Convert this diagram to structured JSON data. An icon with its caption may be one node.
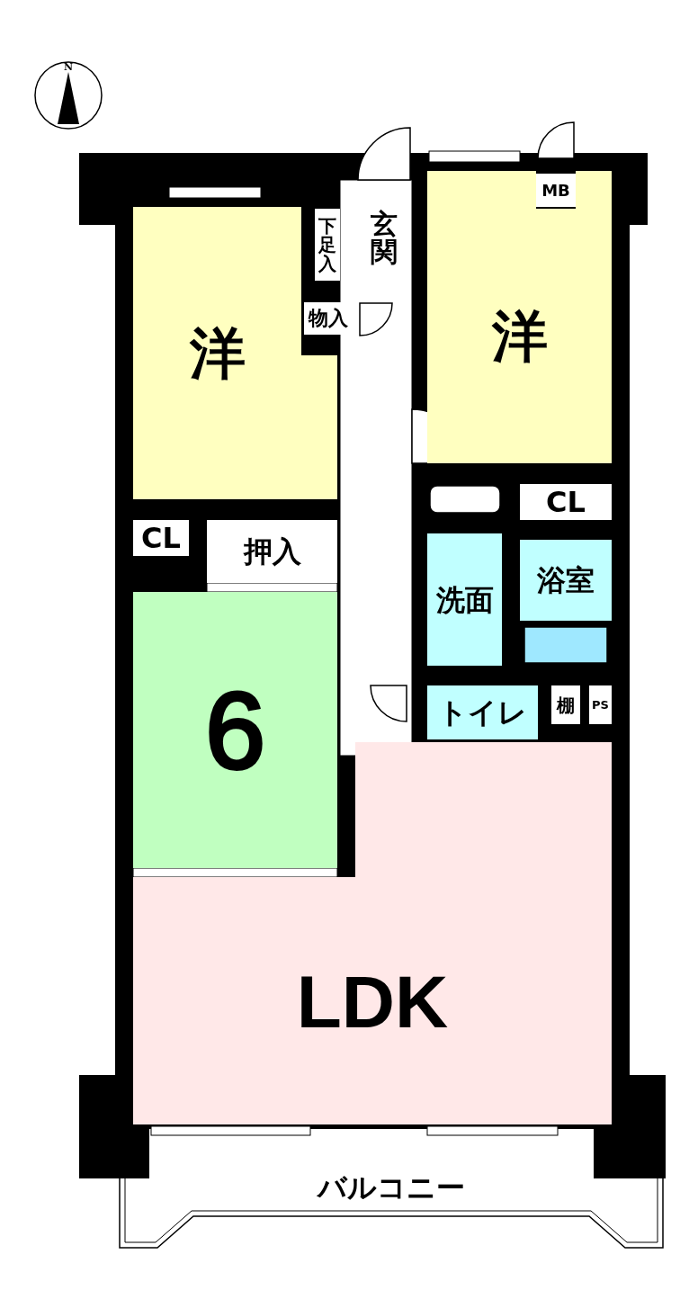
{
  "diagram": {
    "nodes": [
      {
        "text": [
          "洋"
        ]
      },
      {
        "text": [
          "下足入"
        ]
      },
      {
        "text": [
          "玄関"
        ]
      },
      {
        "text": [
          "物入"
        ]
      },
      {
        "text": [
          "洋"
        ]
      },
      {
        "text": [
          "MB"
        ]
      },
      {
        "text": [
          "CL"
        ]
      },
      {
        "text": [
          "CL"
        ]
      },
      {
        "text": [
          "押入"
        ]
      },
      {
        "text": [
          "洗面"
        ]
      },
      {
        "text": [
          "浴室"
        ]
      },
      {
        "text": [
          "トイレ"
        ]
      },
      {
        "text": [
          "棚"
        ]
      },
      {
        "text": [
          "PS"
        ]
      },
      {
        "text": [
          "6"
        ]
      },
      {
        "text": [
          "LDK"
        ]
      },
      {
        "text": [
          "バルコニー"
        ]
      }
    ],
    "labels": [
      "N"
    ]
  }
}
